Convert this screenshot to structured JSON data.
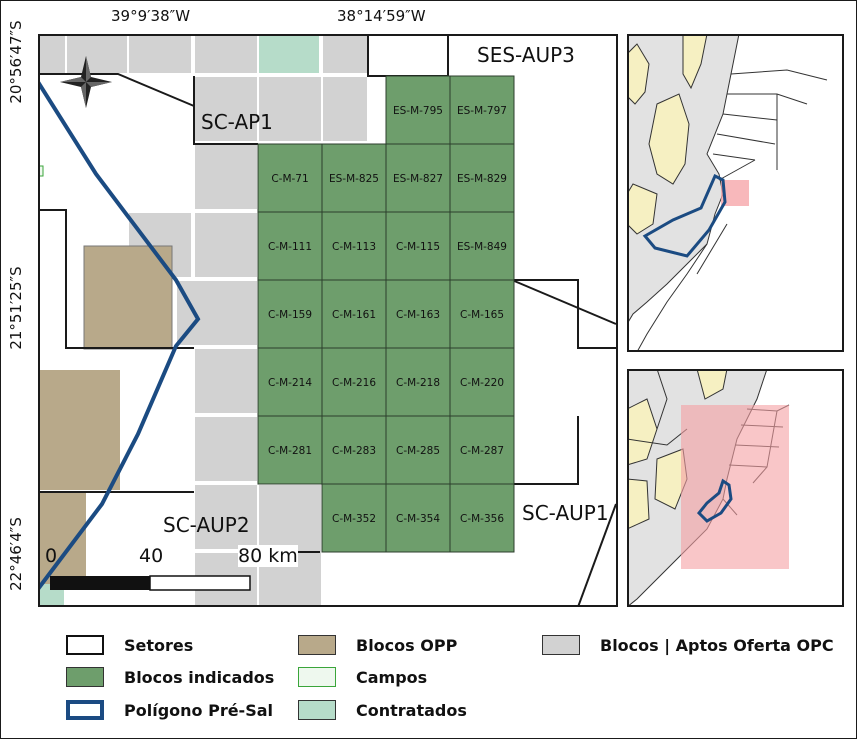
{
  "map": {
    "coords": {
      "top_left": "39°9′38″W",
      "top_right": "38°14′59″W",
      "left_top": "20°56′47″S",
      "left_mid": "21°51′25″S",
      "left_bottom": "22°46′4″S"
    },
    "sector_labels": {
      "ses_aup3": "SES-AUP3",
      "sc_ap1": "SC-AP1",
      "sc_aup2": "SC-AUP2",
      "sc_aup1": "SC-AUP1"
    },
    "scale": {
      "zero": "0",
      "mid": "40",
      "end": "80 km"
    },
    "blocks": [
      {
        "label": "ES-M-795",
        "col": 2,
        "row": 0
      },
      {
        "label": "ES-M-797",
        "col": 3,
        "row": 0
      },
      {
        "label": "C-M-71",
        "col": 0,
        "row": 1
      },
      {
        "label": "ES-M-825",
        "col": 1,
        "row": 1
      },
      {
        "label": "ES-M-827",
        "col": 2,
        "row": 1
      },
      {
        "label": "ES-M-829",
        "col": 3,
        "row": 1
      },
      {
        "label": "C-M-111",
        "col": 0,
        "row": 2
      },
      {
        "label": "C-M-113",
        "col": 1,
        "row": 2
      },
      {
        "label": "C-M-115",
        "col": 2,
        "row": 2
      },
      {
        "label": "ES-M-849",
        "col": 3,
        "row": 2
      },
      {
        "label": "C-M-159",
        "col": 0,
        "row": 3
      },
      {
        "label": "C-M-161",
        "col": 1,
        "row": 3
      },
      {
        "label": "C-M-163",
        "col": 2,
        "row": 3
      },
      {
        "label": "C-M-165",
        "col": 3,
        "row": 3
      },
      {
        "label": "C-M-214",
        "col": 0,
        "row": 4
      },
      {
        "label": "C-M-216",
        "col": 1,
        "row": 4
      },
      {
        "label": "C-M-218",
        "col": 2,
        "row": 4
      },
      {
        "label": "C-M-220",
        "col": 3,
        "row": 4
      },
      {
        "label": "C-M-281",
        "col": 0,
        "row": 5
      },
      {
        "label": "C-M-283",
        "col": 1,
        "row": 5
      },
      {
        "label": "C-M-285",
        "col": 2,
        "row": 5
      },
      {
        "label": "C-M-287",
        "col": 3,
        "row": 5
      },
      {
        "label": "C-M-352",
        "col": 1,
        "row": 6
      },
      {
        "label": "C-M-354",
        "col": 2,
        "row": 6
      },
      {
        "label": "C-M-356",
        "col": 3,
        "row": 6
      }
    ]
  },
  "legend": {
    "setores": "Setores",
    "blocos_indicados": "Blocos indicados",
    "poligono": "Polígono Pré-Sal",
    "blocos_opp": "Blocos OPP",
    "campos": "Campos",
    "contratados": "Contratados",
    "blocos_aptos": "Blocos | Aptos Oferta OPC"
  },
  "colors": {
    "block_green": "#6e9e6c",
    "opc_gray": "#d2d2d2",
    "opp_tan": "#b8a98a",
    "contratados": "#b6dcc9",
    "campos": "#eef8ee",
    "polygon_blue": "#1b4b82",
    "land_yellow": "#f6f0c2",
    "land_gray": "#e2e2e2",
    "highlight_pink": "#f5a0a4"
  }
}
